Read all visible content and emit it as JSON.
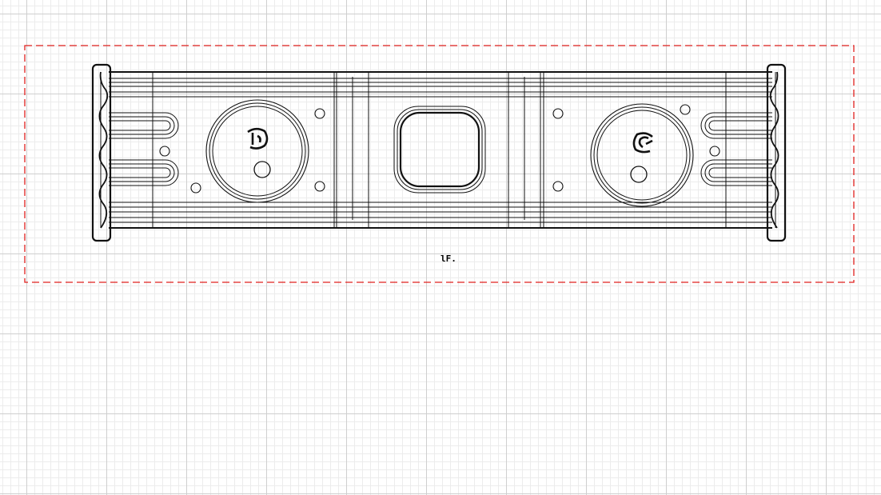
{
  "drawing": {
    "part_label": "lF.",
    "selection_color": "#e0201e",
    "line_color": "#111111",
    "grid_minor_color": "#ececec",
    "grid_major_color": "#cfcfcf"
  },
  "icons": [
    "hook-symbol-left",
    "hook-symbol-right"
  ]
}
